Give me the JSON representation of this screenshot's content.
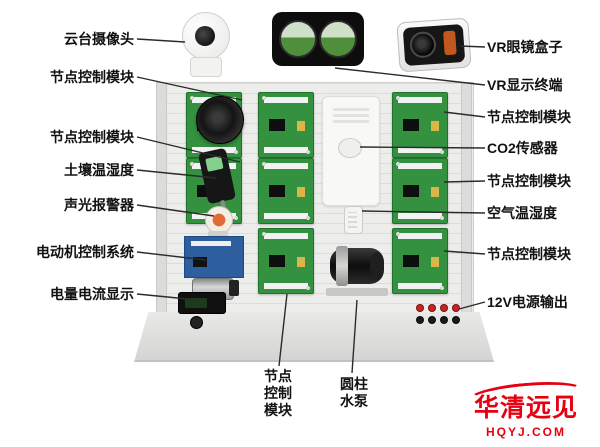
{
  "labels": {
    "left": [
      {
        "text": "云台摄像头"
      },
      {
        "text": "节点控制模块"
      },
      {
        "text": "节点控制模块"
      },
      {
        "text": "土壤温湿度"
      },
      {
        "text": "声光报警器"
      },
      {
        "text": "电动机控制系统"
      },
      {
        "text": "电量电流显示"
      }
    ],
    "right": [
      {
        "text": "VR眼镜盒子"
      },
      {
        "text": "VR显示终端"
      },
      {
        "text": "节点控制模块"
      },
      {
        "text": "CO2传感器"
      },
      {
        "text": "节点控制模块"
      },
      {
        "text": "空气温湿度"
      },
      {
        "text": "节点控制模块"
      },
      {
        "text": "12V电源输出"
      }
    ],
    "bottom": [
      {
        "text": "节点控制模块",
        "lines": [
          "节点",
          "控制",
          "模块"
        ]
      },
      {
        "text": "圆柱水泵",
        "lines": [
          "圆柱",
          "水泵"
        ]
      }
    ]
  },
  "logo": {
    "name": "华清远见",
    "domain": "HQYJ.COM",
    "color": "#e60012"
  },
  "colors": {
    "accent_red": "#e60012",
    "pcb_green": "#33913f",
    "label_text": "#111111",
    "panel_gray": "#ededeb"
  }
}
